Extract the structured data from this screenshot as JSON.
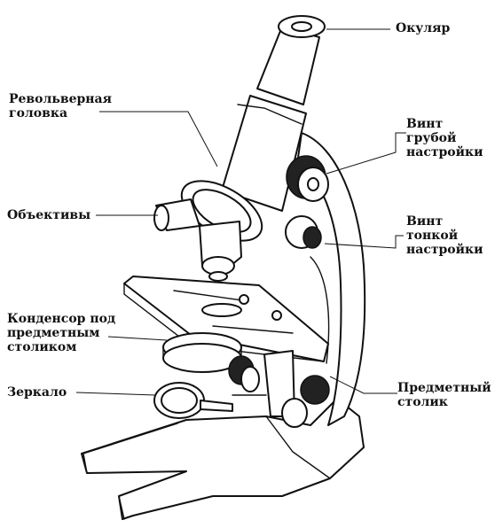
{
  "labels": {
    "eyepiece": [
      "Окуляр"
    ],
    "revolver": [
      "Револьверная",
      "головка"
    ],
    "coarse": [
      "Винт",
      "грубой",
      "настройки"
    ],
    "objectives": [
      "Объективы"
    ],
    "fine": [
      "Винт",
      "тонкой",
      "настройки"
    ],
    "condenser": [
      "Конденсор под",
      "предметным",
      "столиком"
    ],
    "mirror": [
      "Зеркало"
    ],
    "stage": [
      "Предметный",
      "столик"
    ]
  },
  "colors": {
    "ink": "#111111",
    "background": "#ffffff"
  }
}
